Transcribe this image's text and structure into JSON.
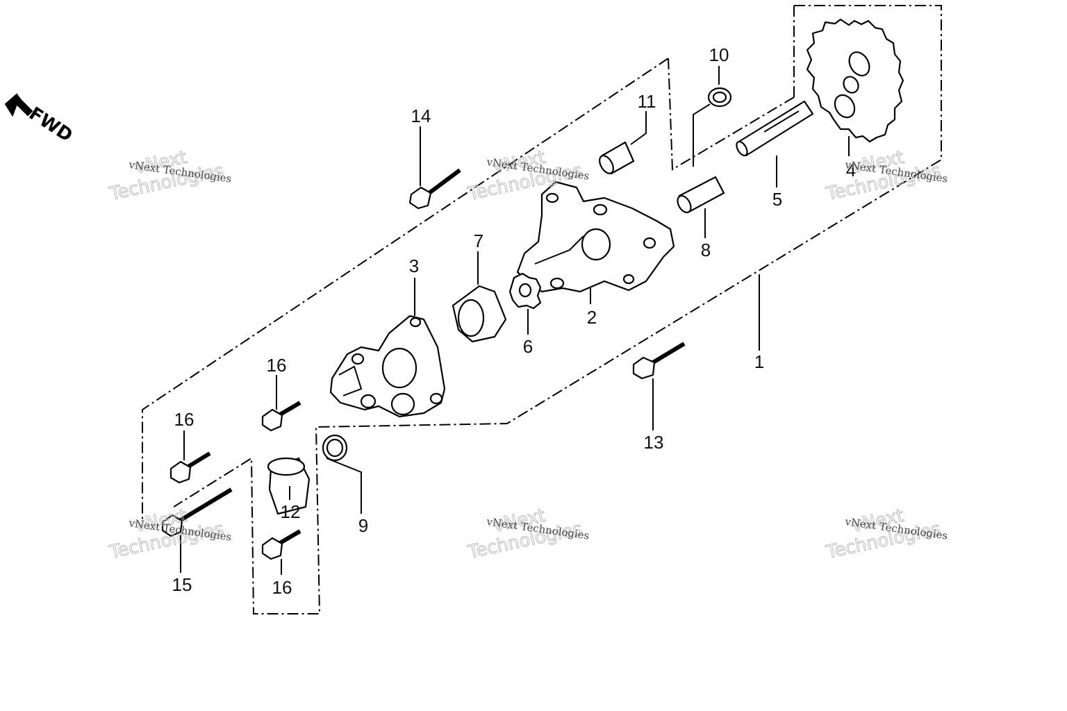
{
  "diagram": {
    "direction_label": "FWD",
    "callouts": [
      {
        "id": "c1",
        "text": "1"
      },
      {
        "id": "c2",
        "text": "2"
      },
      {
        "id": "c3",
        "text": "3"
      },
      {
        "id": "c4",
        "text": "4"
      },
      {
        "id": "c5",
        "text": "5"
      },
      {
        "id": "c6",
        "text": "6"
      },
      {
        "id": "c7",
        "text": "7"
      },
      {
        "id": "c8",
        "text": "8"
      },
      {
        "id": "c9",
        "text": "9"
      },
      {
        "id": "c10",
        "text": "10"
      },
      {
        "id": "c11",
        "text": "11"
      },
      {
        "id": "c12",
        "text": "12"
      },
      {
        "id": "c13",
        "text": "13"
      },
      {
        "id": "c14",
        "text": "14"
      },
      {
        "id": "c15",
        "text": "15"
      },
      {
        "id": "c16a",
        "text": "16"
      },
      {
        "id": "c16b",
        "text": "16"
      },
      {
        "id": "c16c",
        "text": "16"
      }
    ]
  },
  "watermark": {
    "line_small": "vNext Technologies",
    "line_large_top": "vNext",
    "line_large_bottom": "Technologies"
  }
}
